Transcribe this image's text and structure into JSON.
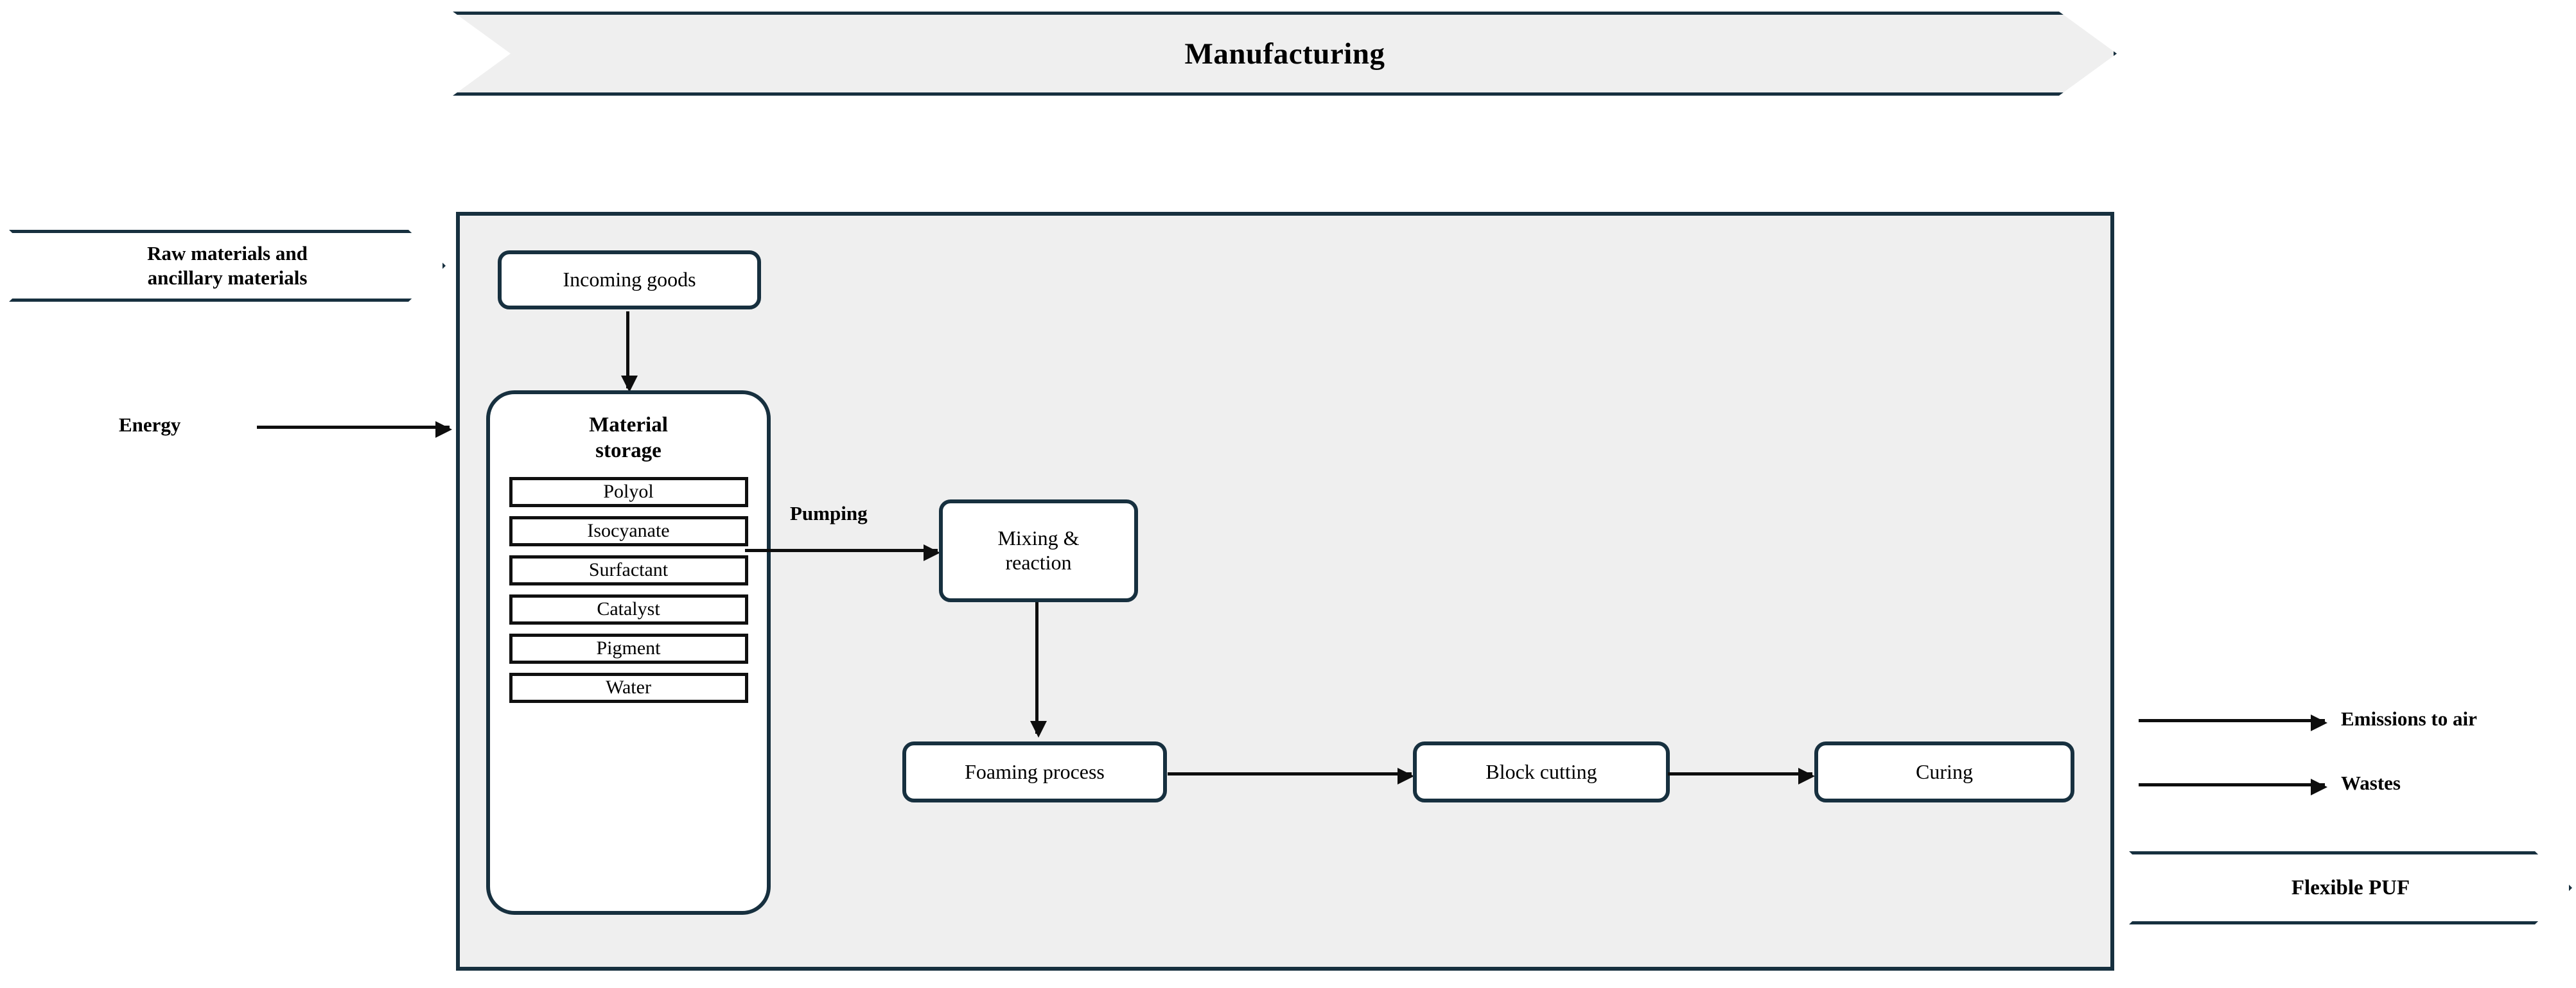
{
  "diagram": {
    "banner": {
      "title": "Manufacturing"
    },
    "inputs": {
      "raw_materials": "Raw materials and\nancillary materials",
      "raw_materials_line1": "Raw materials and",
      "raw_materials_line2": "ancillary materials",
      "energy": "Energy"
    },
    "outputs": {
      "emissions": "Emissions to air",
      "wastes": "Wastes",
      "product": "Flexible PUF"
    },
    "process": {
      "incoming_goods": "Incoming goods",
      "material_storage_line1": "Material",
      "material_storage_line2": "storage",
      "pumping": "Pumping",
      "mixing_line1": "Mixing &",
      "mixing_line2": "reaction",
      "foaming": "Foaming process",
      "block_cutting": "Block cutting",
      "curing": "Curing"
    },
    "materials": [
      {
        "label": "Polyol"
      },
      {
        "label": "Isocyanate"
      },
      {
        "label": "Surfactant"
      },
      {
        "label": "Catalyst"
      },
      {
        "label": "Pigment"
      },
      {
        "label": "Water"
      }
    ],
    "colors": {
      "border_navy": "#17303f",
      "container_fill": "#efefef",
      "box_fill": "#ffffff",
      "arrow_black": "#0e0e0e",
      "material_border": "#101010"
    }
  }
}
